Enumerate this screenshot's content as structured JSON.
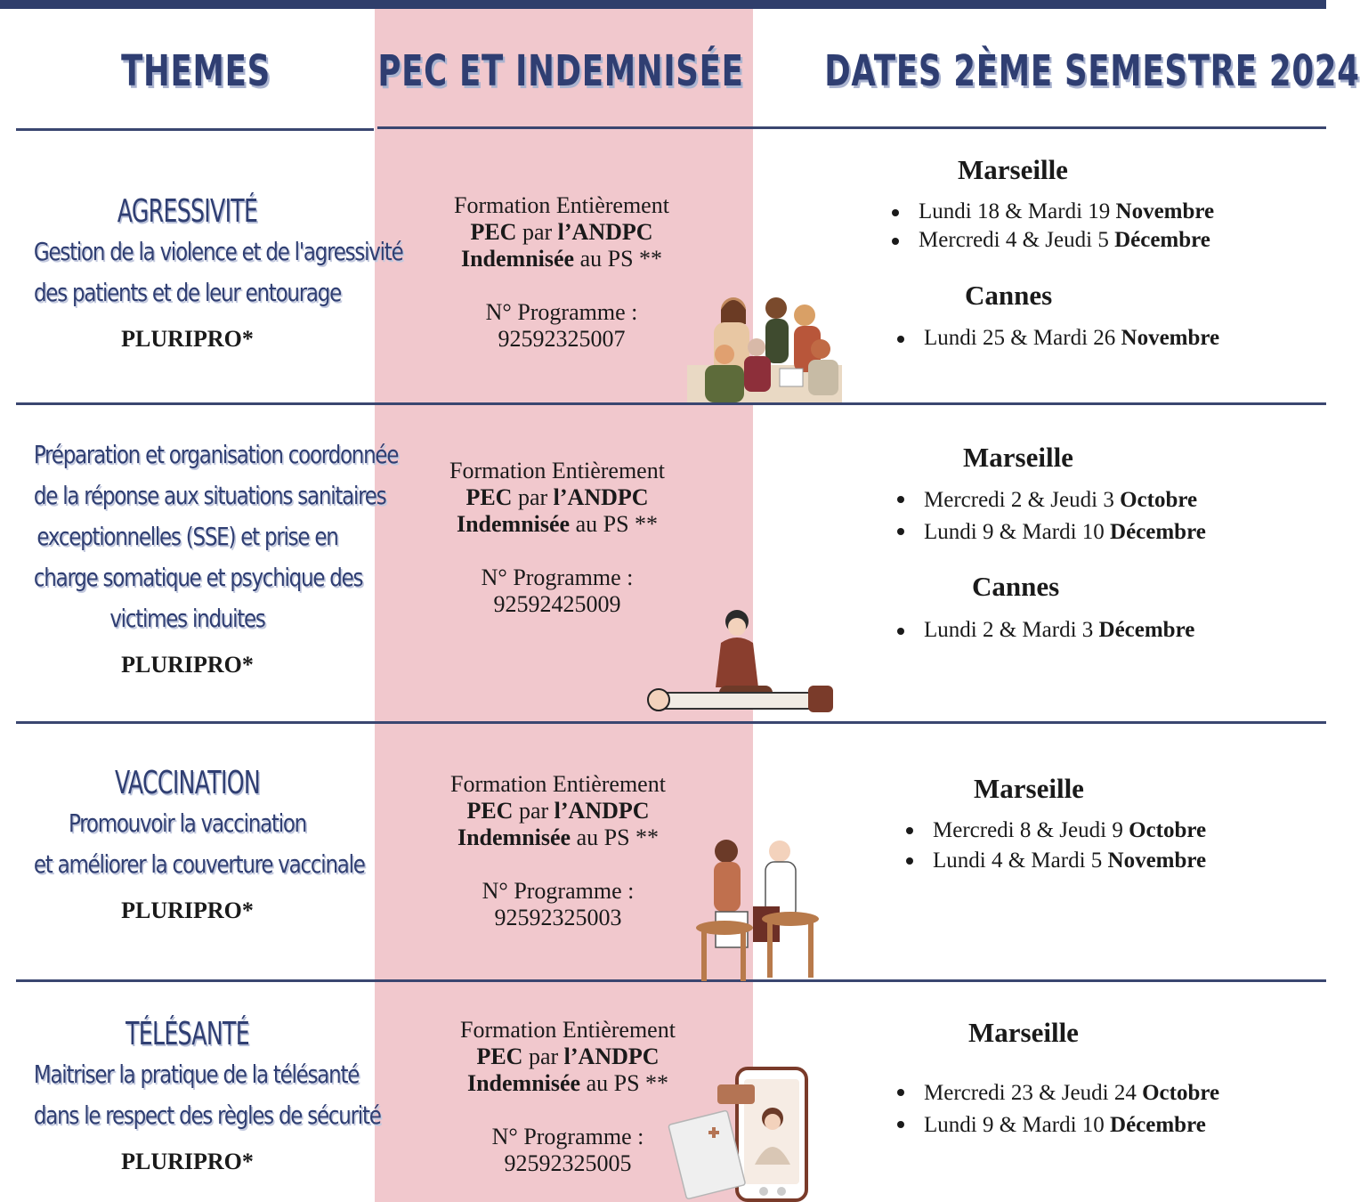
{
  "header": {
    "col1": "THEMES",
    "col2": "PEC ET INDEMNISÉE",
    "col3": "DATES 2ÈME SEMESTRE 2024"
  },
  "rows": [
    {
      "title": "AGRESSIVITÉ",
      "desc": [
        "Gestion de la violence et de l'agressivité",
        "des patients et de leur entourage"
      ],
      "tag": "PLURIPRO*",
      "pec": {
        "l1": "Formation Entièrement",
        "pec": "PEC",
        "par": " par ",
        "andpc": "l’ANDPC",
        "ind": "Indemnisée",
        "aups": " au PS **",
        "prog_label": "N° Programme :",
        "prog": "92592325007"
      },
      "cities": [
        {
          "name": "Marseille",
          "items": [
            {
              "text": "Lundi 18 & Mardi 19 ",
              "month": "Novembre"
            },
            {
              "text": "Mercredi 4 & Jeudi 5 ",
              "month": "Décembre"
            }
          ]
        },
        {
          "name": "Cannes",
          "items": [
            {
              "text": "Lundi 25 & Mardi 26 ",
              "month": "Novembre"
            }
          ]
        }
      ]
    },
    {
      "title": "",
      "desc": [
        "Préparation et organisation coordonnée",
        "de la réponse aux situations sanitaires",
        "exceptionnelles (SSE) et prise en",
        "charge somatique et psychique des",
        "victimes induites"
      ],
      "tag": "PLURIPRO*",
      "pec": {
        "l1": "Formation Entièrement",
        "pec": "PEC",
        "par": " par ",
        "andpc": "l’ANDPC",
        "ind": "Indemnisée",
        "aups": " au PS **",
        "prog_label": "N° Programme :",
        "prog": "92592425009"
      },
      "cities": [
        {
          "name": "Marseille",
          "items": [
            {
              "text": "Mercredi 2 & Jeudi 3 ",
              "month": "Octobre"
            },
            {
              "text": "Lundi 9  & Mardi 10 ",
              "month": "Décembre"
            }
          ]
        },
        {
          "name": "Cannes",
          "items": [
            {
              "text": "Lundi 2 & Mardi 3 ",
              "month": "Décembre"
            }
          ]
        }
      ]
    },
    {
      "title": "VACCINATION",
      "desc": [
        "Promouvoir la vaccination",
        "et améliorer la couverture vaccinale"
      ],
      "tag": "PLURIPRO*",
      "pec": {
        "l1": "Formation Entièrement",
        "pec": "PEC",
        "par": " par ",
        "andpc": "l’ANDPC",
        "ind": "Indemnisée",
        "aups": " au PS **",
        "prog_label": "N° Programme :",
        "prog": "92592325003"
      },
      "cities": [
        {
          "name": "Marseille",
          "items": [
            {
              "text": "Mercredi 8 & Jeudi 9 ",
              "month": "Octobre"
            },
            {
              "text": "Lundi 4  & Mardi 5 ",
              "month": "Novembre"
            }
          ]
        }
      ]
    },
    {
      "title": "TÉLÉSANTÉ",
      "desc": [
        "Maitriser la pratique de la télésanté",
        "dans le respect des règles de sécurité"
      ],
      "tag": "PLURIPRO*",
      "pec": {
        "l1": "Formation Entièrement",
        "pec": "PEC",
        "par": " par ",
        "andpc": "l’ANDPC",
        "ind": "Indemnisée",
        "aups": " au PS **",
        "prog_label": "N° Programme :",
        "prog": "92592325005"
      },
      "cities": [
        {
          "name": "Marseille",
          "items": [
            {
              "text": "Mercredi 23 & Jeudi 24 ",
              "month": "Octobre"
            },
            {
              "text": "Lundi 9  & Mardi 10 ",
              "month": "Décembre"
            }
          ]
        }
      ]
    }
  ]
}
